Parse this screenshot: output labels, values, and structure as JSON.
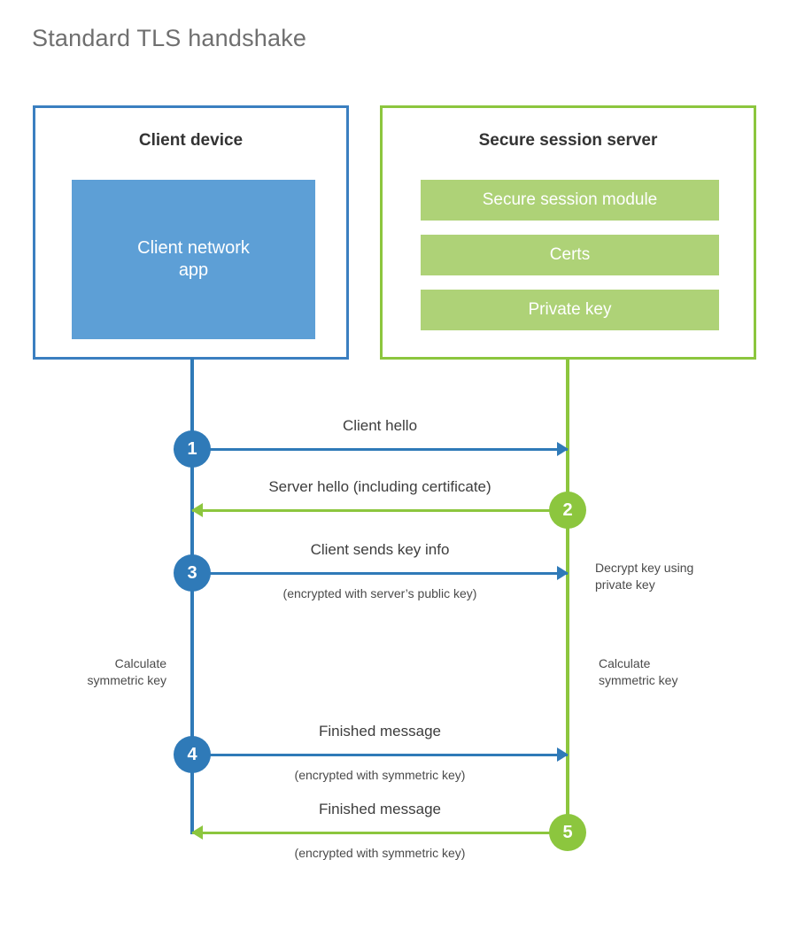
{
  "title": "Standard TLS handshake",
  "colors": {
    "client_accent": "#2f7ab8",
    "client_border": "#3b7fc0",
    "client_fill": "#5d9fd6",
    "server_accent": "#8cc63e",
    "server_fill": "#aed277",
    "text": "#3d3d3d",
    "title_text": "#6f6f6f"
  },
  "client": {
    "title": "Client device",
    "app_label": "Client network\napp"
  },
  "server": {
    "title": "Secure session server",
    "modules": [
      "Secure session module",
      "Certs",
      "Private key"
    ]
  },
  "steps": [
    {
      "number": "1",
      "direction": "client-to-server",
      "primary": "Client hello",
      "secondary": ""
    },
    {
      "number": "2",
      "direction": "server-to-client",
      "primary": "Server hello (including certificate)",
      "secondary": ""
    },
    {
      "number": "3",
      "direction": "client-to-server",
      "primary": "Client sends key info",
      "secondary": "(encrypted with server’s public key)"
    },
    {
      "number": "4",
      "direction": "client-to-server",
      "primary": "Finished message",
      "secondary": "(encrypted with symmetric key)"
    },
    {
      "number": "5",
      "direction": "server-to-client",
      "primary": "Finished message",
      "secondary": "(encrypted with symmetric key)"
    }
  ],
  "notes": {
    "decrypt_key": "Decrypt key using\nprivate key",
    "calculate_client": "Calculate\nsymmetric key",
    "calculate_server": "Calculate\nsymmetric key"
  }
}
